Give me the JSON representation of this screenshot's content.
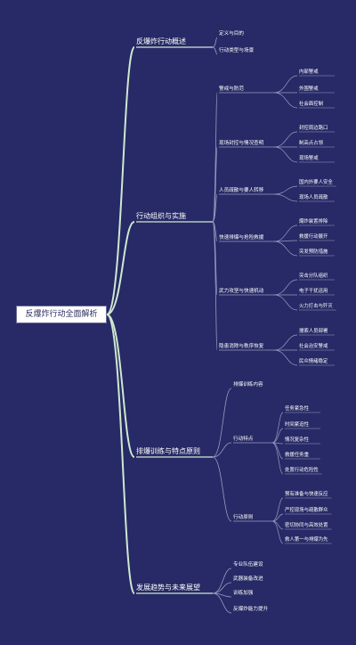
{
  "mindmap": {
    "root": "反爆炸行动全面解析",
    "colors": {
      "background": "#272a66",
      "root_fill": "#ffffff",
      "branch_line": "#cfe8cf",
      "sub_line": "#9a9cc2",
      "text": "#ffffff"
    },
    "branches": [
      {
        "label": "反爆炸行动概述",
        "children": [
          {
            "label": "定义与目的",
            "children": []
          },
          {
            "label": "行动类型与场景",
            "children": []
          }
        ]
      },
      {
        "label": "行动组织与实施",
        "children": [
          {
            "label": "警戒与防范",
            "children": [
              "内部警戒",
              "外围警戒",
              "社会面控制"
            ]
          },
          {
            "label": "现场封控与情况查明",
            "children": [
              "封控周边路口",
              "制高点占领",
              "现场警戒"
            ]
          },
          {
            "label": "人员疏散与要人转移",
            "children": [
              "国内外要人安全",
              "现场人员疏散"
            ]
          },
          {
            "label": "快速排爆与抢险救援",
            "children": [
              "爆炸装置排除",
              "救援行动展开",
              "突发预防措施"
            ]
          },
          {
            "label": "武力攻坚与快速机动",
            "children": [
              "突击分队组织",
              "电子干扰运用",
              "火力打击与歼灭"
            ]
          },
          {
            "label": "隐患消除与秩序恢复",
            "children": [
              "搜索人员部署",
              "社会治安警戒",
              "民众情绪稳定"
            ]
          }
        ]
      },
      {
        "label": "排爆训练与特点原则",
        "children": [
          {
            "label": "排爆训练内容",
            "children": []
          },
          {
            "label": "行动特点",
            "children": [
              "任务紧急性",
              "时间紧迫性",
              "情况复杂性",
              "救援任务重",
              "处置行动危险性"
            ]
          },
          {
            "label": "行动原则",
            "children": [
              "预有准备与快速反应",
              "严控现场与疏散群众",
              "密切协同与高效处置",
              "救人第一与排爆为先"
            ]
          }
        ]
      },
      {
        "label": "发展趋势与未来展望",
        "children": [
          {
            "label": "专业队伍建设",
            "children": []
          },
          {
            "label": "武器装备改进",
            "children": []
          },
          {
            "label": "训练加强",
            "children": []
          },
          {
            "label": "反爆炸能力提升",
            "children": []
          }
        ]
      }
    ]
  }
}
